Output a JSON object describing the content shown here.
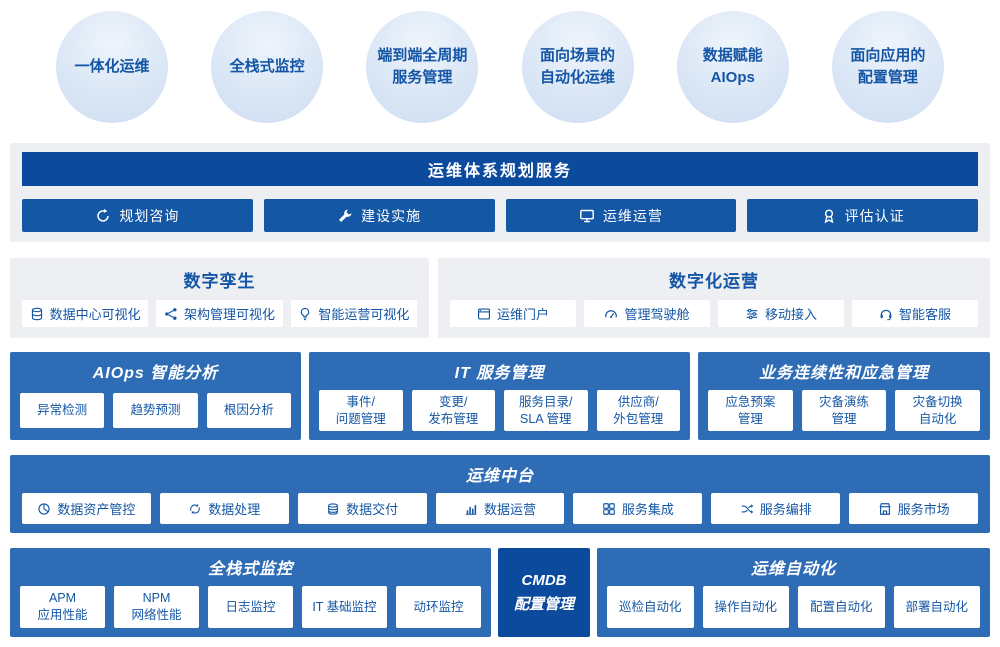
{
  "colors": {
    "dark_blue": "#0c4a9d",
    "button_blue": "#1457a5",
    "panel_blue": "#2e6db6",
    "panel_gray": "#edeff2",
    "text_blue": "#1456a5",
    "bubble_bg": "#dbe7f6"
  },
  "bubbles": [
    {
      "line1": "一体化运维",
      "line2": ""
    },
    {
      "line1": "全栈式监控",
      "line2": ""
    },
    {
      "line1": "端到端全周期",
      "line2": "服务管理"
    },
    {
      "line1": "面向场景的",
      "line2": "自动化运维"
    },
    {
      "line1": "数据赋能",
      "line2": "AIOps"
    },
    {
      "line1": "面向应用的",
      "line2": "配置管理"
    }
  ],
  "planning": {
    "title": "运维体系规划服务",
    "items": [
      {
        "label": "规划咨询",
        "icon": "refresh-icon"
      },
      {
        "label": "建设实施",
        "icon": "wrench-icon"
      },
      {
        "label": "运维运营",
        "icon": "monitor-icon"
      },
      {
        "label": "评估认证",
        "icon": "seal-icon"
      }
    ]
  },
  "digital_twin": {
    "title": "数字孪生",
    "items": [
      {
        "label": "数据中心可视化",
        "icon": "database-icon"
      },
      {
        "label": "架构管理可视化",
        "icon": "topology-icon"
      },
      {
        "label": "智能运营可视化",
        "icon": "bulb-icon"
      }
    ]
  },
  "digital_ops": {
    "title": "数字化运营",
    "items": [
      {
        "label": "运维门户",
        "icon": "portal-icon"
      },
      {
        "label": "管理驾驶舱",
        "icon": "gauge-icon"
      },
      {
        "label": "移动接入",
        "icon": "sliders-icon"
      },
      {
        "label": "智能客服",
        "icon": "headset-icon"
      }
    ]
  },
  "aiops": {
    "title": "AIOps 智能分析",
    "items": [
      {
        "label": "异常检测"
      },
      {
        "label": "趋势预测"
      },
      {
        "label": "根因分析"
      }
    ]
  },
  "itsm": {
    "title": "IT 服务管理",
    "items": [
      {
        "line1": "事件/",
        "line2": "问题管理"
      },
      {
        "line1": "变更/",
        "line2": "发布管理"
      },
      {
        "line1": "服务目录/",
        "line2": "SLA 管理"
      },
      {
        "line1": "供应商/",
        "line2": "外包管理"
      }
    ]
  },
  "bcm": {
    "title": "业务连续性和应急管理",
    "items": [
      {
        "line1": "应急预案",
        "line2": "管理"
      },
      {
        "line1": "灾备演练",
        "line2": "管理"
      },
      {
        "line1": "灾备切换",
        "line2": "自动化"
      }
    ]
  },
  "middle_platform": {
    "title": "运维中台",
    "items": [
      {
        "label": "数据资产管控",
        "icon": "pie-chart-icon"
      },
      {
        "label": "数据处理",
        "icon": "cycle-icon"
      },
      {
        "label": "数据交付",
        "icon": "stack-icon"
      },
      {
        "label": "数据运营",
        "icon": "bar-chart-icon"
      },
      {
        "label": "服务集成",
        "icon": "grid-icon"
      },
      {
        "label": "服务编排",
        "icon": "shuffle-icon"
      },
      {
        "label": "服务市场",
        "icon": "store-icon"
      }
    ]
  },
  "monitoring": {
    "title": "全栈式监控",
    "items": [
      {
        "line1": "APM",
        "line2": "应用性能"
      },
      {
        "line1": "NPM",
        "line2": "网络性能"
      },
      {
        "line1": "日志监控",
        "line2": ""
      },
      {
        "line1": "IT 基础监控",
        "line2": ""
      },
      {
        "line1": "动环监控",
        "line2": ""
      }
    ]
  },
  "cmdb": {
    "line1": "CMDB",
    "line2": "配置管理"
  },
  "automation": {
    "title": "运维自动化",
    "items": [
      {
        "label": "巡检自动化"
      },
      {
        "label": "操作自动化"
      },
      {
        "label": "配置自动化"
      },
      {
        "label": "部署自动化"
      }
    ]
  }
}
